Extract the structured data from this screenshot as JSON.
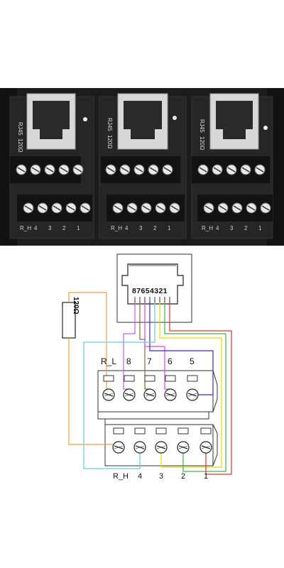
{
  "photo": {
    "module_labels": [
      "RJ45",
      "RJ45",
      "RJ45"
    ],
    "resistor_value": "120Ω",
    "pin_labels_bottom": [
      "R_H",
      "4",
      "3",
      "2",
      "1"
    ]
  },
  "diagram": {
    "connector_pins": "87654321",
    "resistor_label": "120Ω",
    "top_labels": [
      "R_L",
      "8",
      "7",
      "6",
      "5"
    ],
    "bottom_labels": [
      "R_H",
      "4",
      "3",
      "2",
      "1"
    ],
    "wire_colors": {
      "pin1": "#e03030",
      "pin2": "#3cb44b",
      "pin3": "#e8d800",
      "pin4": "#5ad0e0",
      "pin5": "#3030c0",
      "pin6": "#e040e0",
      "pin7": "#8a6a3a",
      "pin8": "#c060e0",
      "resistor": "#f0a040"
    }
  }
}
